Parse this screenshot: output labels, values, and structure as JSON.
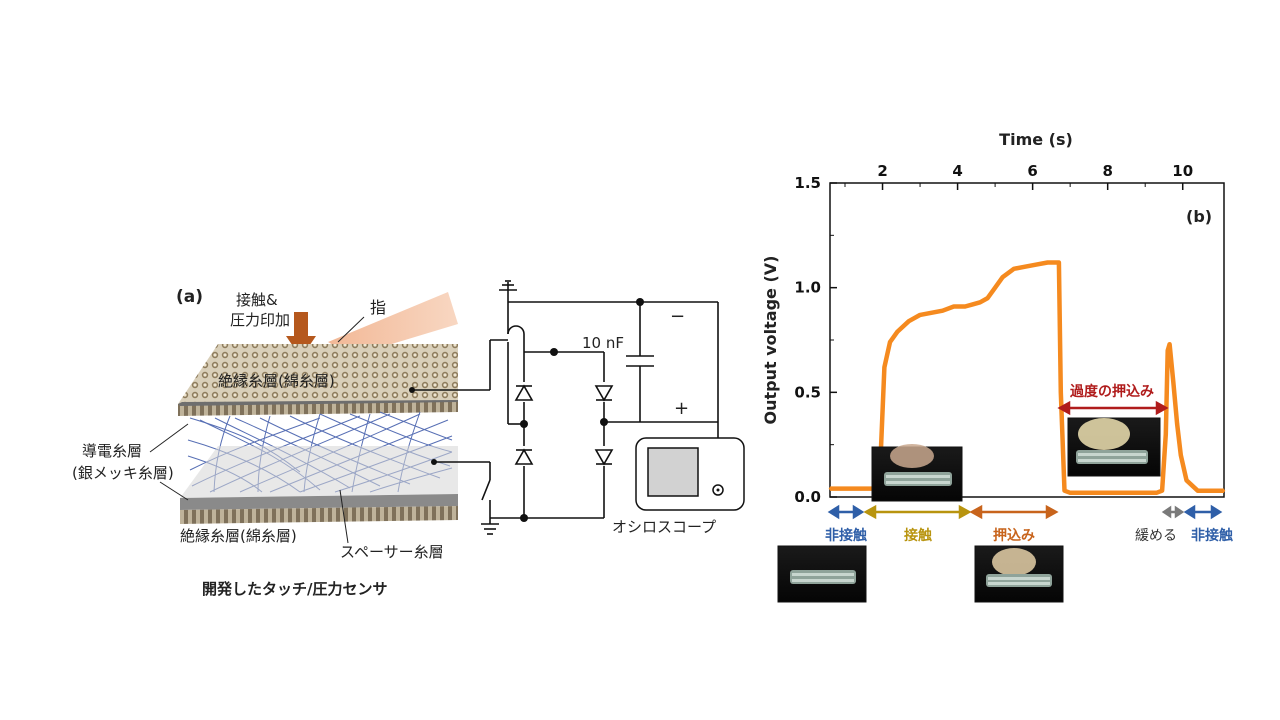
{
  "panel_a": {
    "label": "(a)",
    "arrow_label_line1": "接触&",
    "arrow_label_line2": "圧力印加",
    "finger_label": "指",
    "top_layer_label": "絶縁糸層(綿糸層)",
    "conductive_line1": "導電糸層",
    "conductive_line2": "(銀メッキ糸層)",
    "bottom_layer_label": "絶縁糸層(綿糸層)",
    "spacer_label": "スペーサー糸層",
    "caption": "開発したタッチ/圧力センサ",
    "capacitor_label": "10 nF",
    "minus_sign": "−",
    "plus_sign": "+",
    "oscilloscope_label": "オシロスコープ"
  },
  "panel_b": {
    "label": "(b)",
    "phase_labels": {
      "no_contact_1": "非接触",
      "contact": "接触",
      "press": "押込み",
      "over_press": "過度の押込み",
      "release": "緩める",
      "no_contact_2": "非接触"
    }
  },
  "colors": {
    "signal": "#f58a1f",
    "no_contact": "#2f5fa8",
    "contact": "#b8940f",
    "press": "#c8641c",
    "over_press": "#b01c1c",
    "release": "#7a7a7a",
    "finger": "#f4c7a8",
    "arrow": "#b5581d",
    "mesh": "#3a56a8"
  },
  "chart_data": {
    "type": "line",
    "title": "",
    "xlabel": "Time (s)",
    "ylabel": "Output voltage (V)",
    "xlim": [
      0.6,
      11.1
    ],
    "ylim": [
      0.0,
      1.5
    ],
    "x_ticks": [
      2,
      4,
      6,
      8,
      10
    ],
    "y_ticks": [
      0.0,
      0.5,
      1.0,
      1.5
    ],
    "x_tick_labels": [
      "2",
      "4",
      "6",
      "8",
      "10"
    ],
    "y_tick_labels": [
      "0.0",
      "0.5",
      "1.0",
      "1.5"
    ],
    "x_axis_position": "top",
    "grid": false,
    "series": [
      {
        "x": [
          0.6,
          1.0,
          1.5,
          1.9,
          1.95,
          2.05,
          2.2,
          2.4,
          2.7,
          3.0,
          3.3,
          3.6,
          3.9,
          4.2,
          4.4,
          4.6,
          4.8,
          5.0,
          5.2,
          5.5,
          5.8,
          6.1,
          6.4,
          6.7,
          6.75,
          6.85,
          7.0,
          7.5,
          8.0,
          8.5,
          9.0,
          9.3,
          9.45,
          9.55,
          9.6,
          9.65,
          9.75,
          9.85,
          9.95,
          10.1,
          10.4,
          11.1
        ],
        "y": [
          0.04,
          0.04,
          0.04,
          0.04,
          0.2,
          0.62,
          0.74,
          0.79,
          0.84,
          0.87,
          0.88,
          0.89,
          0.91,
          0.91,
          0.92,
          0.93,
          0.95,
          1.0,
          1.05,
          1.09,
          1.1,
          1.11,
          1.12,
          1.12,
          0.5,
          0.03,
          0.02,
          0.02,
          0.02,
          0.02,
          0.02,
          0.02,
          0.03,
          0.3,
          0.7,
          0.73,
          0.55,
          0.35,
          0.2,
          0.08,
          0.03,
          0.03
        ]
      }
    ]
  }
}
